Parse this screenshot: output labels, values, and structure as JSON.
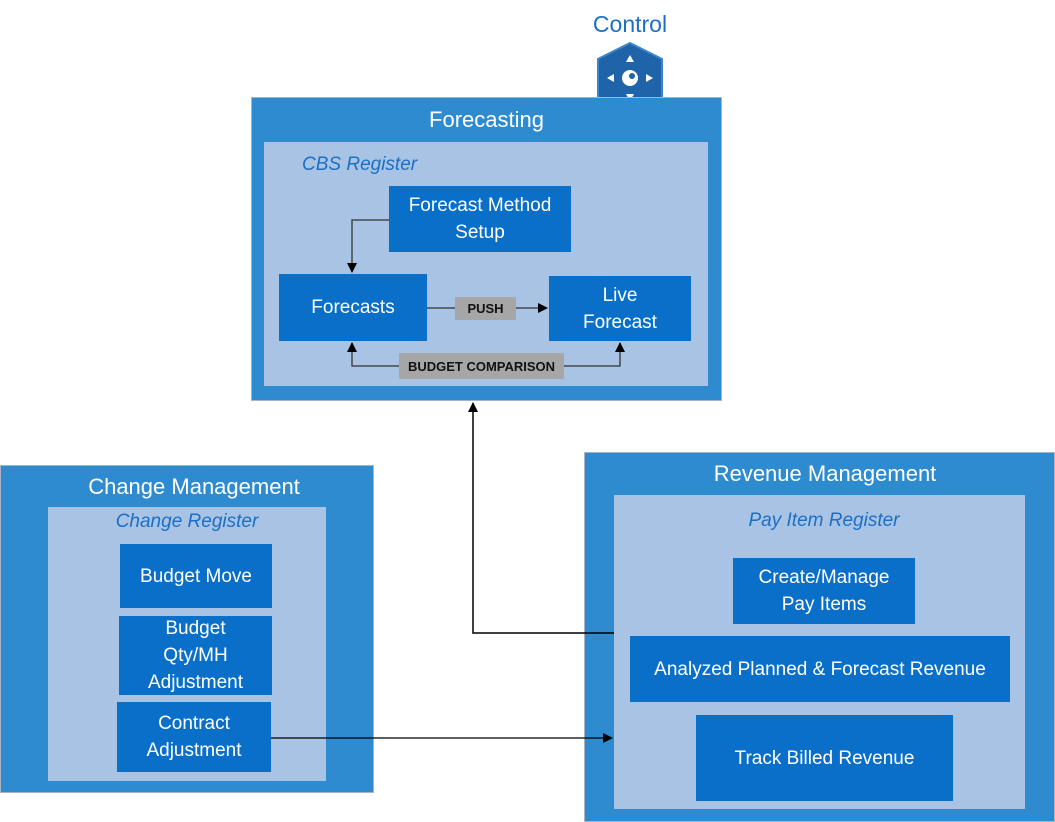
{
  "control": {
    "label": "Control",
    "icon": "compass-control-icon"
  },
  "forecasting": {
    "title": "Forecasting",
    "register": "CBS Register",
    "method_setup": "Forecast Method\nSetup",
    "forecasts": "Forecasts",
    "live_forecast": "Live\nForecast",
    "push_label": "PUSH",
    "budget_comparison_label": "BUDGET COMPARISON"
  },
  "change_management": {
    "title": "Change Management",
    "register": "Change Register",
    "budget_move": "Budget Move",
    "budget_qty": "Budget\nQty/MH\nAdjustment",
    "contract_adjustment": "Contract\nAdjustment"
  },
  "revenue_management": {
    "title": "Revenue Management",
    "register": "Pay Item Register",
    "create_manage": "Create/Manage\nPay Items",
    "analyzed": "Analyzed Planned & Forecast Revenue",
    "track_billed": "Track Billed Revenue"
  },
  "colors": {
    "outer_container": "#2e8bd0",
    "inner_register": "#a8c3e3",
    "process_box": "#0a6fc9",
    "label_tag": "#a6a6a6",
    "accent_text": "#1c6fc6",
    "control_icon": "#1f63a8"
  }
}
